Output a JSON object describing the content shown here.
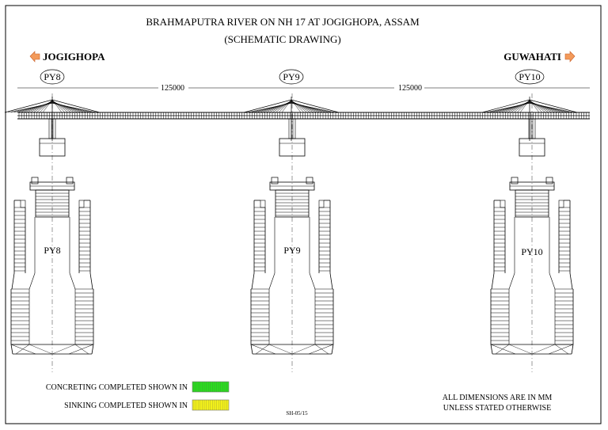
{
  "title": {
    "line1": "BRAHMAPUTRA RIVER ON NH 17 AT JOGIGHOPA, ASSAM",
    "line2": "(SCHEMATIC DRAWING)"
  },
  "directions": {
    "left": "JOGIGHOPA",
    "right": "GUWAHATI"
  },
  "piers": [
    {
      "tag": "PY8",
      "well_label": "PY8"
    },
    {
      "tag": "PY9",
      "well_label": "PY9"
    },
    {
      "tag": "PY10",
      "well_label": "PY10"
    }
  ],
  "spans": [
    "125000",
    "125000"
  ],
  "legend": {
    "concreting_label": "CONCRETING COMPLETED SHOWN IN",
    "concreting_color": "#2bdc1f",
    "sinking_label": "SINKING COMPLETED SHOWN IN",
    "sinking_color": "#f4f21a"
  },
  "notes": {
    "line1": "ALL DIMENSIONS ARE IN MM",
    "line2": "UNLESS STATED OTHERWISE"
  },
  "sheet_number": "SH-05/15",
  "colors": {
    "arrow": "#f39a5a"
  }
}
